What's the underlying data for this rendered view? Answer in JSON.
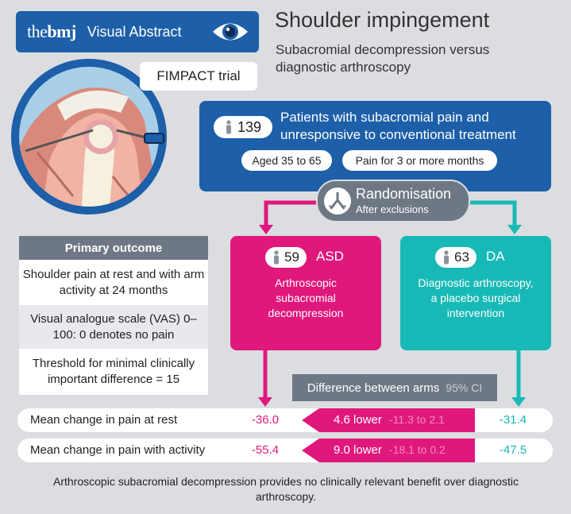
{
  "header": {
    "logo_the": "the",
    "logo_bmj": "bmj",
    "badge_label": "Visual Abstract",
    "title": "Shoulder impingement",
    "subtitle": "Subacromial decompression versus diagnostic arthroscopy",
    "trial": "FIMPACT trial",
    "icons": [
      "eye-icon",
      "shoulder-arthroscopy-illustration"
    ]
  },
  "population": {
    "count": "139",
    "description": "Patients with subacromial pain and unresponsive to conventional treatment",
    "age": "Aged 35 to 65",
    "duration": "Pain for 3 or more months",
    "icon": "person-icon"
  },
  "randomisation": {
    "title": "Randomisation",
    "subtitle": "After exclusions",
    "icon": "split-arrows-icon"
  },
  "arms": {
    "asd": {
      "count": "59",
      "abbr": "ASD",
      "description": "Arthroscopic subacromial decompression",
      "color": "#e0187c"
    },
    "da": {
      "count": "63",
      "abbr": "DA",
      "description": "Diagnostic arthroscopy, a placebo surgical intervention",
      "color": "#17b9b6"
    }
  },
  "primary_outcome": {
    "heading": "Primary outcome",
    "item1": "Shoulder pain at rest and with arm activity at 24 months",
    "item2": "Visual analogue scale (VAS) 0–100: 0 denotes no pain",
    "item3": "Threshold for minimal clinically important difference = 15"
  },
  "difference": {
    "heading": "Difference between arms",
    "ci_label": "95% CI"
  },
  "results": {
    "rest": {
      "label": "Mean change in pain at rest",
      "asd": "-36.0",
      "diff": "4.6 lower",
      "ci": "-11.3 to 2.1",
      "da": "-31.4"
    },
    "activity": {
      "label": "Mean change in pain with activity",
      "asd": "-55.4",
      "diff": "9.0 lower",
      "ci": "-18.1 to 0.2",
      "da": "-47.5"
    }
  },
  "conclusion": "Arthroscopic subacromial decompression provides no clinically relevant benefit over diagnostic arthroscopy.",
  "colors": {
    "brand_blue": "#1d5fa8",
    "asd_magenta": "#e0187c",
    "da_teal": "#17b9b6",
    "neutral_grey": "#6e7884"
  }
}
